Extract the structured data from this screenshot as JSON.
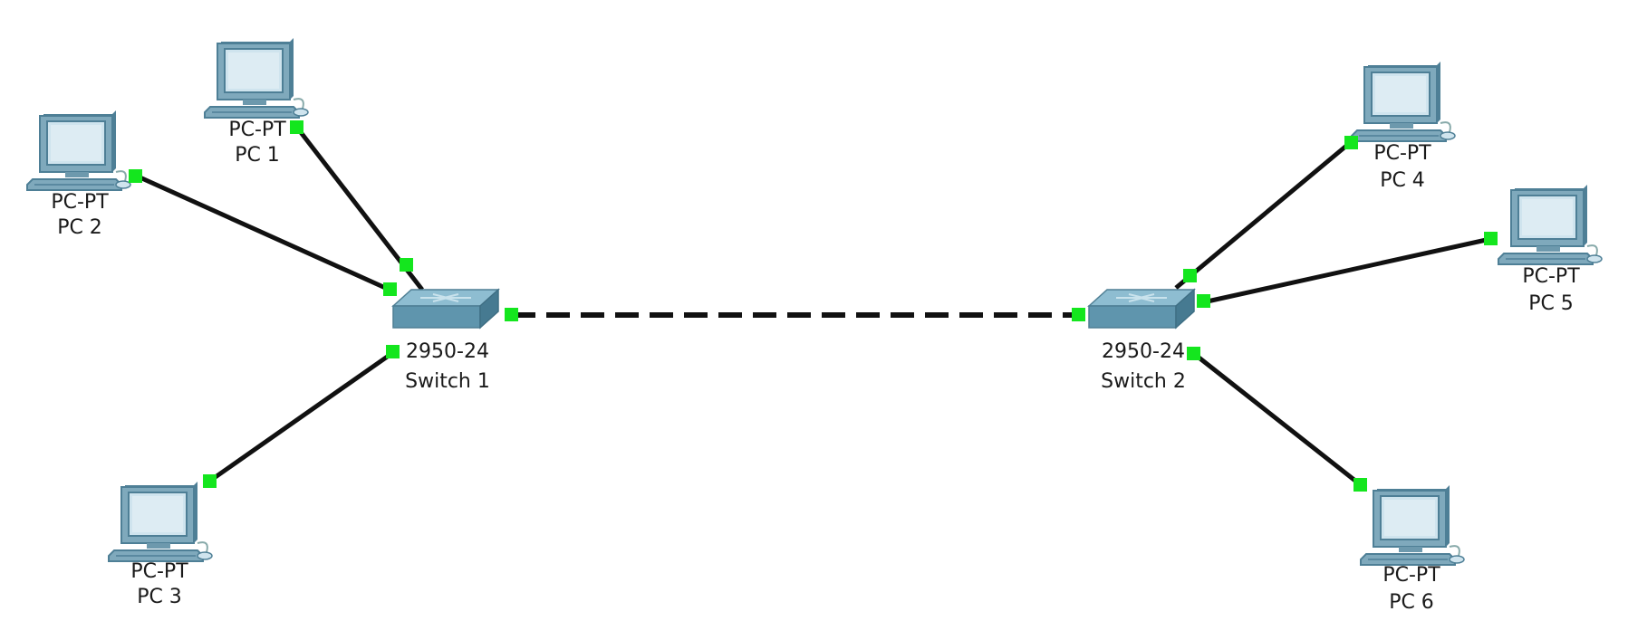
{
  "devices": {
    "pc1": {
      "model": "PC-PT",
      "name": "PC 1"
    },
    "pc2": {
      "model": "PC-PT",
      "name": "PC 2"
    },
    "pc3": {
      "model": "PC-PT",
      "name": "PC 3"
    },
    "pc4": {
      "model": "PC-PT",
      "name": "PC 4"
    },
    "pc5": {
      "model": "PC-PT",
      "name": "PC 5"
    },
    "pc6": {
      "model": "PC-PT",
      "name": "PC 6"
    },
    "sw1": {
      "model": "2950-24",
      "name": "Switch 1"
    },
    "sw2": {
      "model": "2950-24",
      "name": "Switch 2"
    }
  },
  "links": [
    {
      "from": "pc1",
      "to": "sw1",
      "style": "solid"
    },
    {
      "from": "pc2",
      "to": "sw1",
      "style": "solid"
    },
    {
      "from": "pc3",
      "to": "sw1",
      "style": "solid"
    },
    {
      "from": "sw1",
      "to": "sw2",
      "style": "dashed"
    },
    {
      "from": "pc4",
      "to": "sw2",
      "style": "solid"
    },
    {
      "from": "pc5",
      "to": "sw2",
      "style": "solid"
    },
    {
      "from": "pc6",
      "to": "sw2",
      "style": "solid"
    }
  ],
  "colors": {
    "link": "#111111",
    "port_up": "#14e61e",
    "switch": "#5f95ad",
    "pc_body": "#7fa9bc",
    "pc_screen": "#cfe4ee"
  }
}
